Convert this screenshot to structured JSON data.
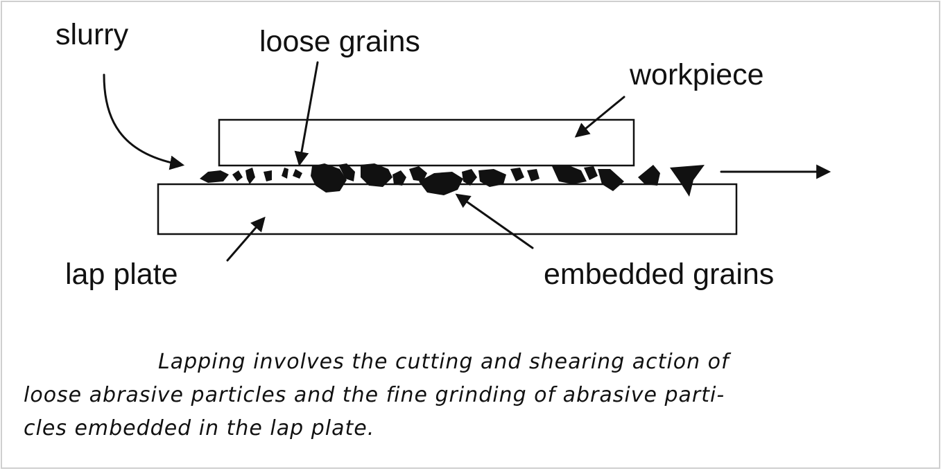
{
  "labels": {
    "slurry": "slurry",
    "loose_grains": "loose grains",
    "workpiece": "workpiece",
    "lap_plate": "lap plate",
    "embedded_grains": "embedded grains"
  },
  "caption": {
    "line1": "Lapping involves the cutting and shearing action of",
    "line2": "loose abrasive particles and the fine grinding of abrasive parti-",
    "line3": "cles embedded in the lap plate."
  }
}
